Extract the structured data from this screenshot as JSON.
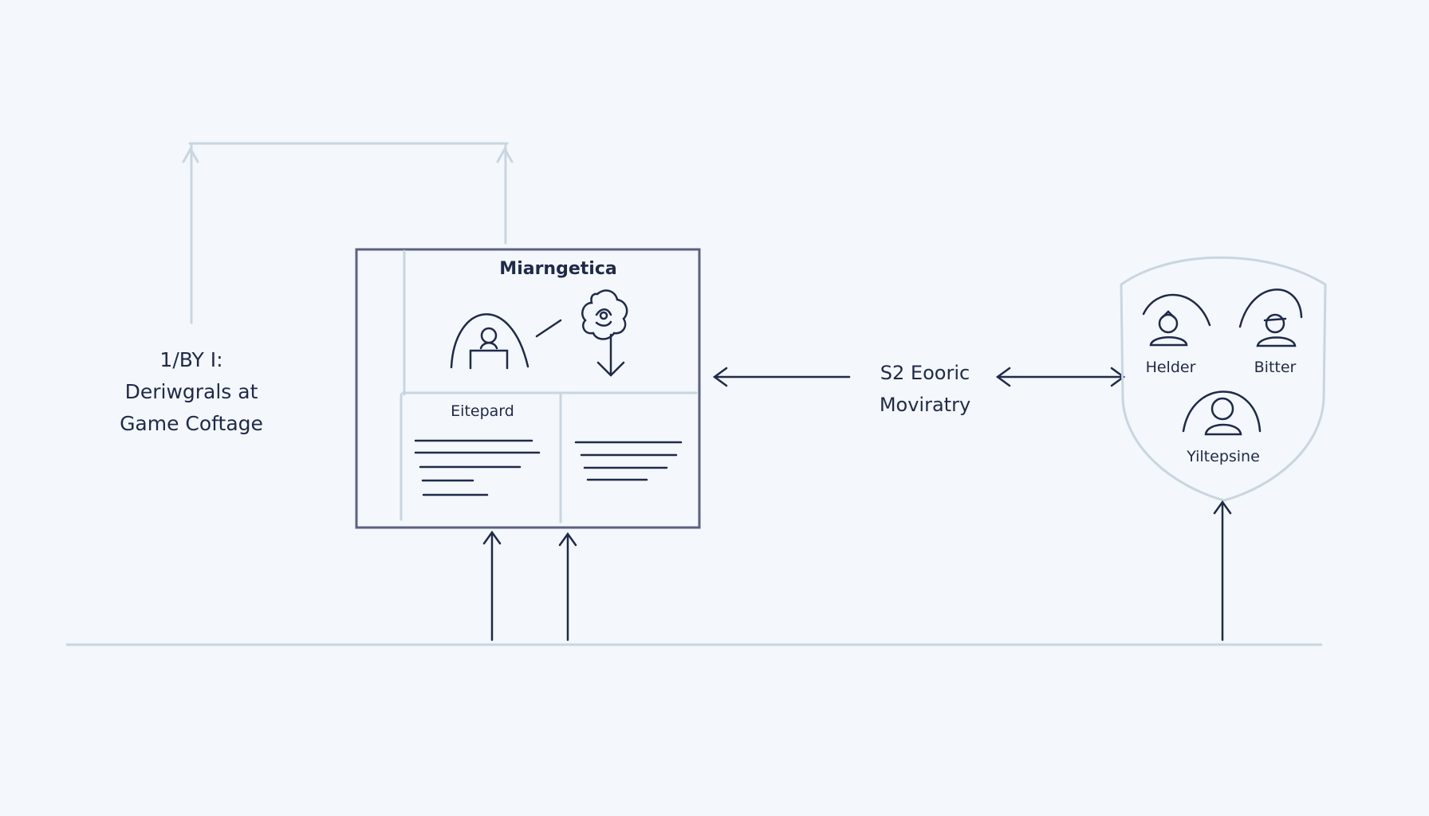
{
  "left_label": {
    "line1": "1/BY I:",
    "line2": "Deriwgrals at",
    "line3": "Game Coftage"
  },
  "panel": {
    "title": "Miarngetica",
    "subtitle": "Eitepard"
  },
  "connector_label": {
    "line1": "S2 Eooric",
    "line2": "Moviratry"
  },
  "shield": {
    "roles": [
      "Helder",
      "Bitter",
      "Yiltepsine"
    ]
  },
  "colors": {
    "background": "#f4f7fb",
    "ink": "#1f2a4a",
    "light_line": "#c9d6e0",
    "panel_border": "#5b6180"
  },
  "icons": {
    "panel_person": "person-reading-icon",
    "panel_flower": "flower-icon",
    "shield_people": [
      "person-icon",
      "person-icon",
      "person-icon"
    ]
  }
}
